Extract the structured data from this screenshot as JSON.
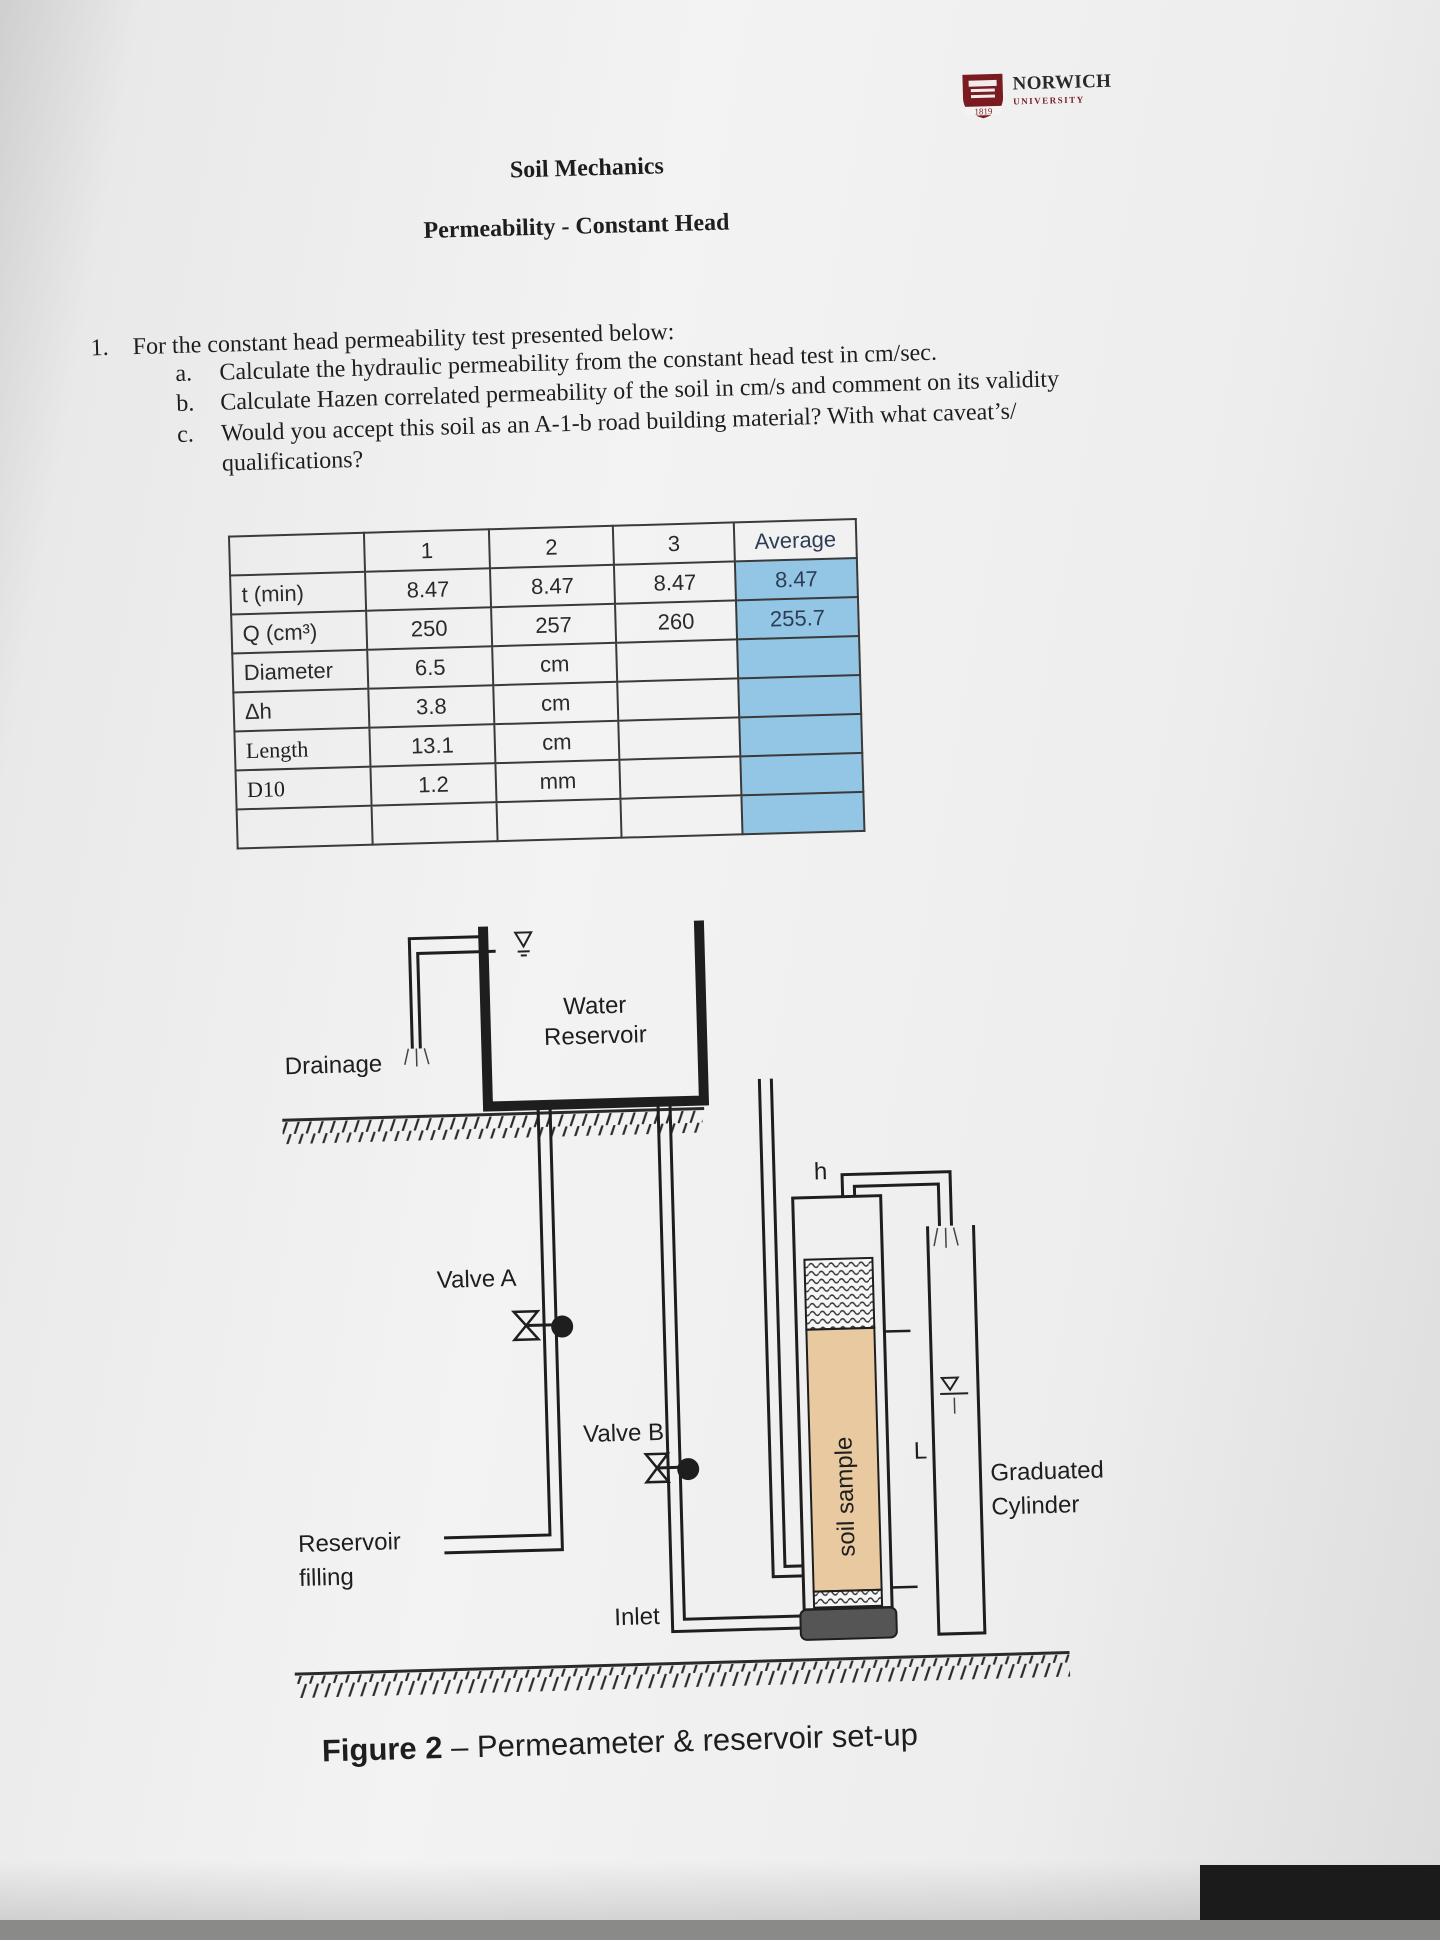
{
  "logo": {
    "name": "NORWICH",
    "sub": "UNIVERSITY",
    "year": "1819"
  },
  "header": {
    "course": "Soil Mechanics",
    "topic": "Permeability - Constant Head"
  },
  "question": {
    "number": "1.",
    "text": "For the constant head permeability test presented below:",
    "items": [
      {
        "marker": "a.",
        "text": "Calculate the hydraulic permeability from the constant head test in cm/sec."
      },
      {
        "marker": "b.",
        "text": "Calculate Hazen correlated permeability of the soil in cm/s and comment on its validity"
      },
      {
        "marker": "c.",
        "text": "Would you accept this soil as an A-1-b road building material? With what caveat’s/",
        "text2": "qualifications?"
      }
    ]
  },
  "table": {
    "headers": [
      "",
      "1",
      "2",
      "3",
      "Average"
    ],
    "rows": [
      [
        "t (min)",
        "8.47",
        "8.47",
        "8.47",
        "8.47"
      ],
      [
        "Q (cm³)",
        "250",
        "257",
        "260",
        "255.7"
      ],
      [
        "Diameter",
        "6.5",
        "cm",
        "",
        ""
      ],
      [
        "Δh",
        "3.8",
        "cm",
        "",
        ""
      ],
      [
        "Length",
        "13.1",
        "cm",
        "",
        ""
      ],
      [
        "D10",
        "1.2",
        "mm",
        "",
        ""
      ],
      [
        "",
        "",
        "",
        "",
        ""
      ]
    ]
  },
  "figure": {
    "labels": {
      "drainage": "Drainage",
      "water": "Water",
      "reservoir": "Reservoir",
      "valve_a": "Valve A",
      "valve_b": "Valve B",
      "reservoir_filling_1": "Reservoir",
      "reservoir_filling_2": "filling",
      "inlet": "Inlet",
      "h": "h",
      "L": "L",
      "soil_sample": "soil sample",
      "graduated_1": "Graduated",
      "graduated_2": "Cylinder"
    },
    "caption_bold": "Figure 2",
    "caption_rest": " – Permeameter & reservoir set-up",
    "colors": {
      "soil": "#e8c9a0",
      "table_highlight": "#92c6e4",
      "logo": "#7a1b22"
    }
  }
}
